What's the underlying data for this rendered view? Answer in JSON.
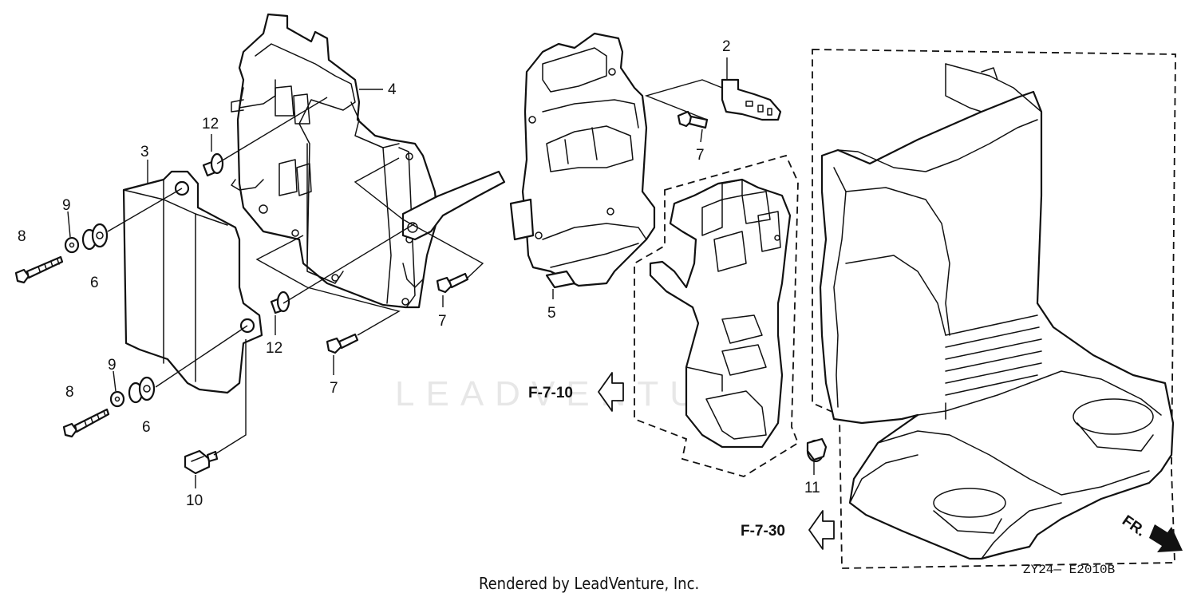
{
  "watermark": "LEADVENTURE",
  "callouts": {
    "c2": "2",
    "c3": "3",
    "c4": "4",
    "c5": "5",
    "c6a": "6",
    "c6b": "6",
    "c7a": "7",
    "c7b": "7",
    "c7c": "7",
    "c8a": "8",
    "c8b": "8",
    "c9a": "9",
    "c9b": "9",
    "c10": "10",
    "c11": "11",
    "c12a": "12",
    "c12b": "12"
  },
  "refs": {
    "f710": "F-7-10",
    "f730": "F-7-30",
    "fr": "FR."
  },
  "diagram_code": "ZY24— E2010B",
  "footer": "Rendered by LeadVenture, Inc."
}
